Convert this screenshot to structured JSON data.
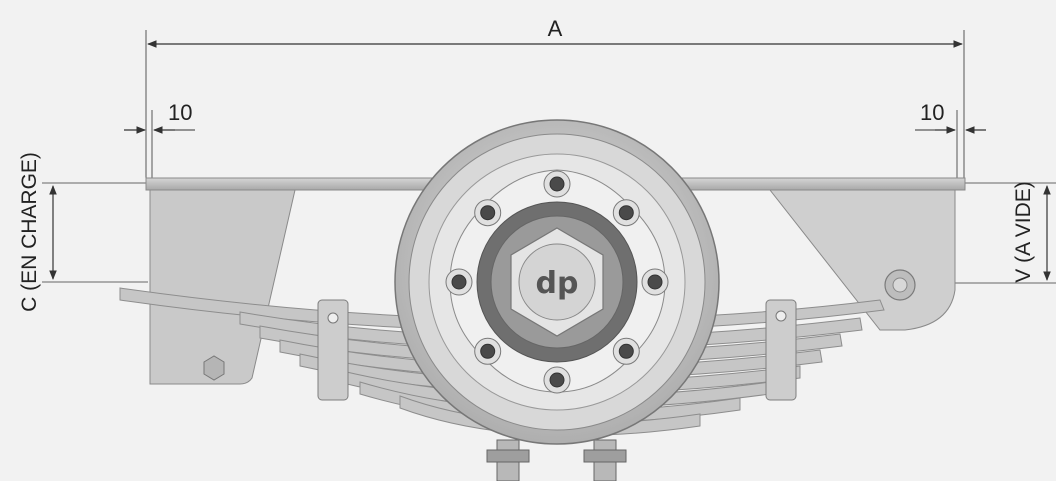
{
  "dimensions": {
    "overall_width": "A",
    "left_clearance": "10",
    "right_clearance": "10",
    "loaded_height": "C (EN CHARGE)",
    "unloaded_height": "V (A VIDE)"
  },
  "hub_logo_text": "dp",
  "colors": {
    "background": "#f2f2f2",
    "metal_light": "#d9d9d9",
    "metal_mid": "#bdbdbd",
    "metal_dark": "#8a8a8a",
    "line": "#555555"
  }
}
